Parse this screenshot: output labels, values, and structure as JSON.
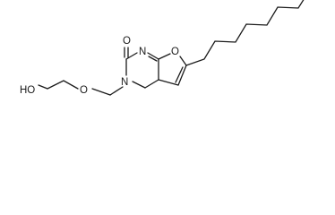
{
  "molecule": {
    "atoms": {
      "O_carbonyl": "O",
      "N_ring": "N",
      "N_substituted": "N",
      "O_furan": "O",
      "O_ether": "O",
      "HO_terminal": "HO"
    }
  }
}
